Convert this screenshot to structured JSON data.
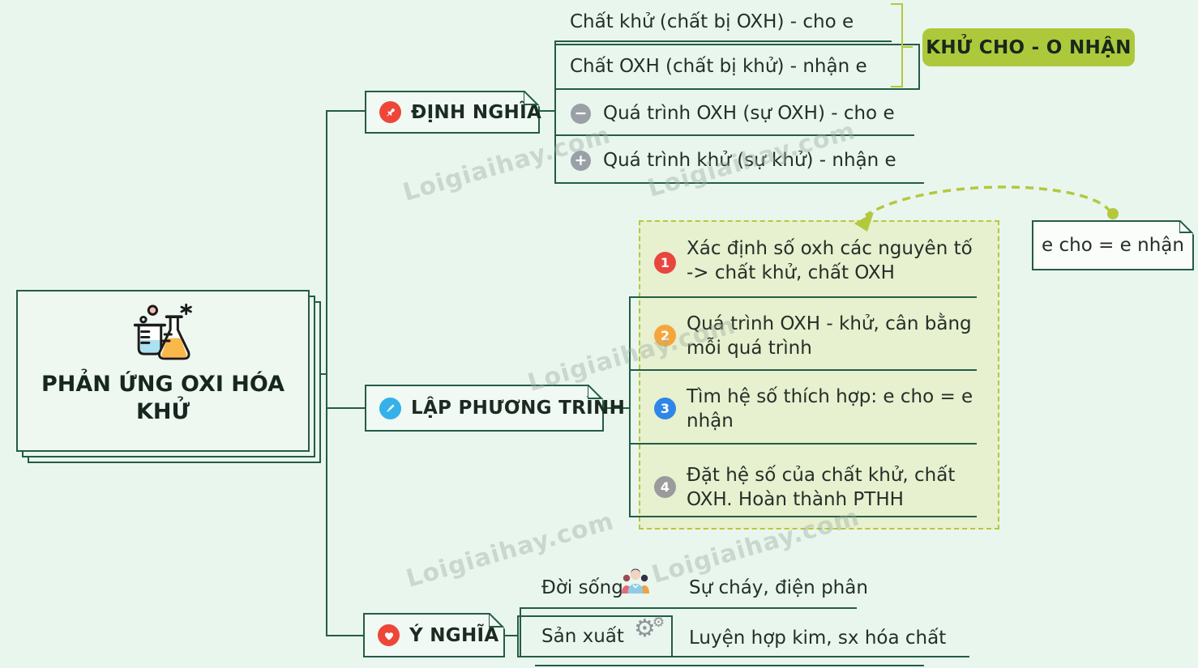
{
  "root": {
    "title": "PHẢN ỨNG OXI HÓA KHỬ"
  },
  "branches": {
    "dinh_nghia": {
      "label": "ĐỊNH NGHĨA",
      "items": [
        {
          "icon": "none",
          "text": "Chất khử (chất bị OXH) - cho e"
        },
        {
          "icon": "none",
          "text": "Chất OXH (chất bị khử) - nhận e"
        },
        {
          "icon": "minus",
          "text": "Quá trình OXH (sự OXH) - cho e"
        },
        {
          "icon": "plus",
          "text": "Quá trình khử (sự khử) - nhận e"
        }
      ],
      "callout": "KHỬ CHO - O NHẬN"
    },
    "lap_phuong_trinh": {
      "label": "LẬP PHƯƠNG TRÌNH",
      "steps": [
        {
          "num": "1",
          "color": "#e8453f",
          "text": "Xác định số oxh các nguyên tố -> chất khử, chất OXH"
        },
        {
          "num": "2",
          "color": "#f5a63b",
          "text": "Quá trình OXH - khử, cân bằng mỗi quá trình"
        },
        {
          "num": "3",
          "color": "#2f86e8",
          "text": "Tìm hệ số thích hợp: e cho = e nhận"
        },
        {
          "num": "4",
          "color": "#9b9b9b",
          "text": "Đặt hệ số của chất khử, chất OXH. Hoàn thành PTHH"
        }
      ],
      "note": "e cho = e nhận"
    },
    "y_nghia": {
      "label": "Ý NGHĨA",
      "rows": [
        {
          "label": "Đời sống",
          "icon": "people",
          "value": "Sự cháy, điện phân"
        },
        {
          "label": "Sản xuất",
          "icon": "gears",
          "value": "Luyện hợp kim, sx hóa chất"
        }
      ]
    }
  },
  "watermark": "Loigiaihay.com",
  "colors": {
    "canvas": "#e9f6ee",
    "line": "#245c46",
    "node_fill": "#f0f9f3",
    "accent_yellow": "#b4c83e",
    "callout_bg": "#adc93b",
    "panel_bg": "#e7f0cf",
    "step_colors": [
      "#e8453f",
      "#f5a63b",
      "#2f86e8",
      "#9b9b9b"
    ]
  }
}
